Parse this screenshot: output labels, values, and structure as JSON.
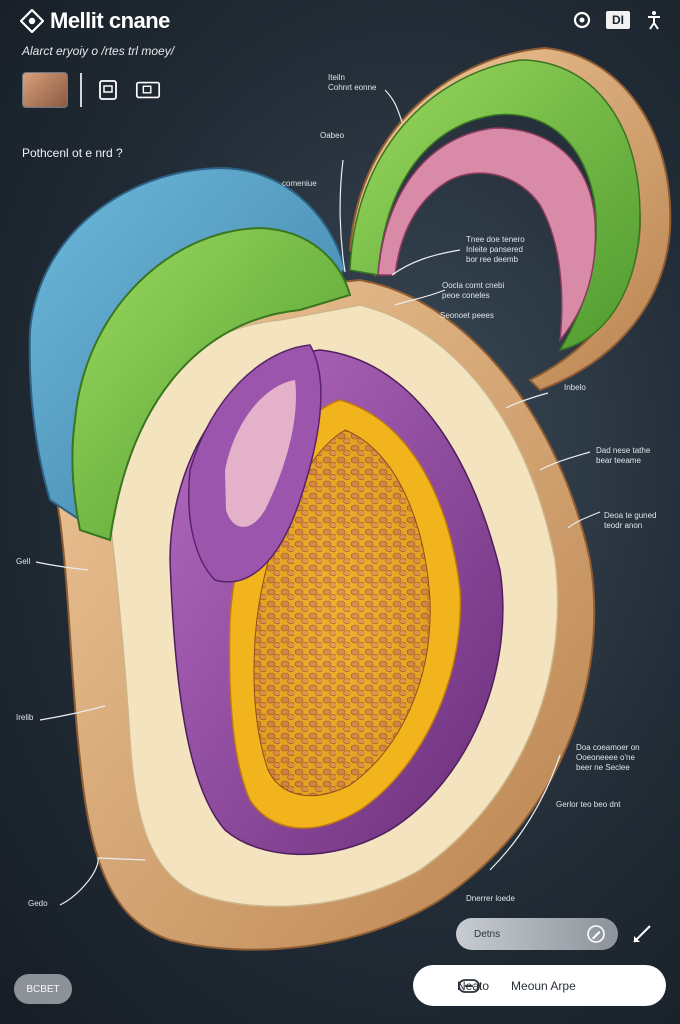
{
  "header": {
    "title": "Mellit cnane",
    "subtitle": "Alarct eryoiy o /rtes trl moey/",
    "badge": "DI"
  },
  "question": "Pothcenl ot e nrd ?",
  "labels": {
    "l1": "Iteiln\nCohnrt eonne",
    "l2": "Oabeo",
    "l3": "comeniue",
    "l4": "Tnee doe tenero\nInleite pansered\nbor ree deemb",
    "l5": "Oocla cornt cnebi\npeoe coneles",
    "l6": "Seonoet peees",
    "l7": "Inbelo",
    "l8": "Dad nese tathe\nbear teeame",
    "l9": "Deoa te guned\nteodr anon",
    "l10": "Gell",
    "l11": "Irelib",
    "l12": "Gedo",
    "l13": "Doa coeamoer on\nOoeoneeee o'ne\nbeer ne Seclee",
    "l14": "Gerlor teo beo dnt",
    "l15": "Dnerrer loede"
  },
  "search": {
    "text": "Detns"
  },
  "buttons": {
    "reset": "BCBET",
    "action1": "Neato",
    "action2": "Meoun Arpe"
  },
  "colors": {
    "background": "#222c36",
    "blue_layer": "#5aa6c9",
    "green_layer": "#7cc24a",
    "crust": "#e2b27f",
    "purple": "#8c4a9a",
    "yellow": "#f2b41c",
    "grain": "#c8783a"
  }
}
